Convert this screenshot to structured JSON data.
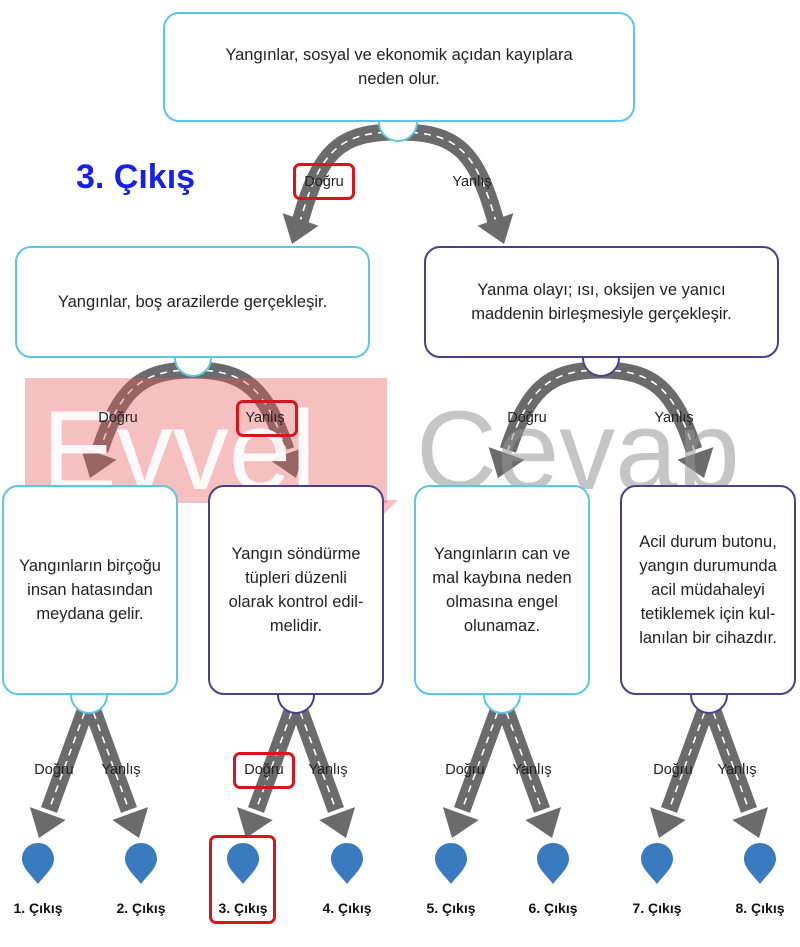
{
  "title": "3. Çıkış",
  "watermark": {
    "left": "Evvel",
    "right": "Cevap"
  },
  "colors": {
    "cyan": "#5bc8e0",
    "purple": "#4a3f8c",
    "road": "#6b6b6b",
    "pin": "#3a7bbf",
    "highlight": "#d8141c",
    "title": "#1620e8"
  },
  "nodes": {
    "root": [
      "Yangınlar, sosyal ve ekonomik açıdan kayıplara",
      "neden olur."
    ],
    "l1_left": [
      "Yangınlar, boş arazilerde gerçekleşir."
    ],
    "l1_right": [
      "Yanma olayı; ısı, oksijen ve yanıcı",
      "maddenin birleşmesiyle gerçekleşir."
    ],
    "l2_a": [
      "Yangınların birçoğu",
      "insan hatasından",
      "meydana gelir."
    ],
    "l2_b": [
      "Yangın söndürme",
      "tüpleri düzenli",
      "olarak kontrol edil-",
      "melidir."
    ],
    "l2_c": [
      "Yangınların can ve",
      "mal kaybına neden",
      "olmasına engel",
      "olunamaz."
    ],
    "l2_d": [
      "Acil durum butonu,",
      "yangın durumunda",
      "acil müdahaleyi",
      "tetiklemek için kul-",
      "lanılan bir cihazdır."
    ]
  },
  "branch_labels": {
    "true": "Doğru",
    "false": "Yanlış"
  },
  "exits": [
    "1. Çıkış",
    "2. Çıkış",
    "3. Çıkış",
    "4. Çıkış",
    "5. Çıkış",
    "6. Çıkış",
    "7. Çıkış",
    "8. Çıkış"
  ],
  "selected_path": [
    "Doğru",
    "Yanlış",
    "Doğru",
    "3. Çıkış"
  ]
}
